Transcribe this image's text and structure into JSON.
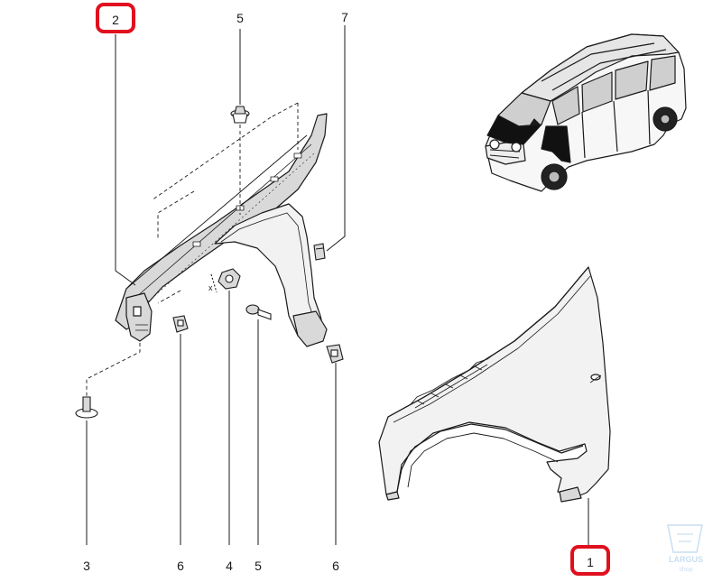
{
  "callouts": {
    "part1": "1",
    "part2": "2",
    "part3": "3",
    "part4": "4",
    "part5_top": "5",
    "part5_bottom": "5",
    "part6_left": "6",
    "part6_right": "6",
    "part7": "7",
    "axis_mark": "x"
  },
  "watermark": {
    "brand": "LARGUS",
    "sub": "shop"
  },
  "colors": {
    "ink": "#1a1a1a",
    "highlight": "#e0101e",
    "gray_fill": "#d9d9d9",
    "part_fill": "#f2f2f2",
    "car_dark": "#111111",
    "watermark": "#bfd9ef"
  }
}
